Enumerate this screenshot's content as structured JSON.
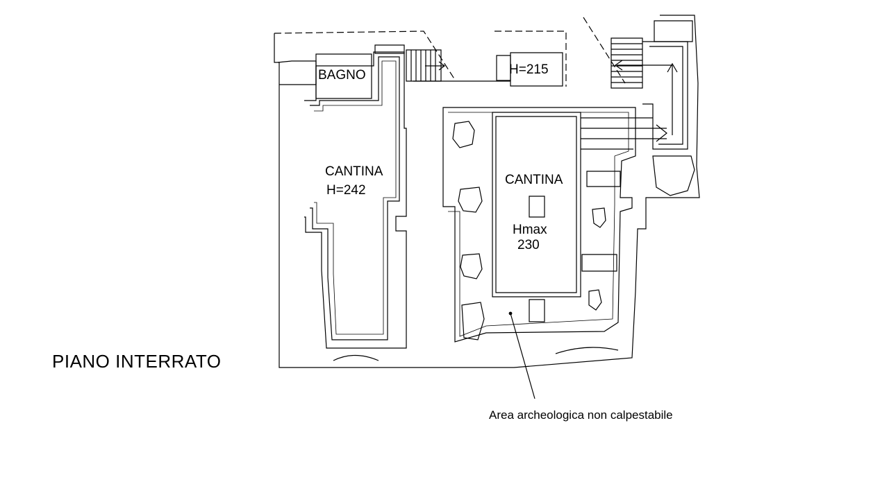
{
  "plan_title": "PIANO INTERRATO",
  "rooms": {
    "bagno": "BAGNO",
    "height_small": "H=215",
    "cantina_left_name": "CANTINA",
    "cantina_left_height": "H=242",
    "cantina_right_name": "CANTINA",
    "cantina_right_hmax": "Hmax",
    "cantina_right_value": "230"
  },
  "annotation": "Area archeologica non calpestabile",
  "colors": {
    "line": "#000000",
    "background": "#ffffff"
  }
}
